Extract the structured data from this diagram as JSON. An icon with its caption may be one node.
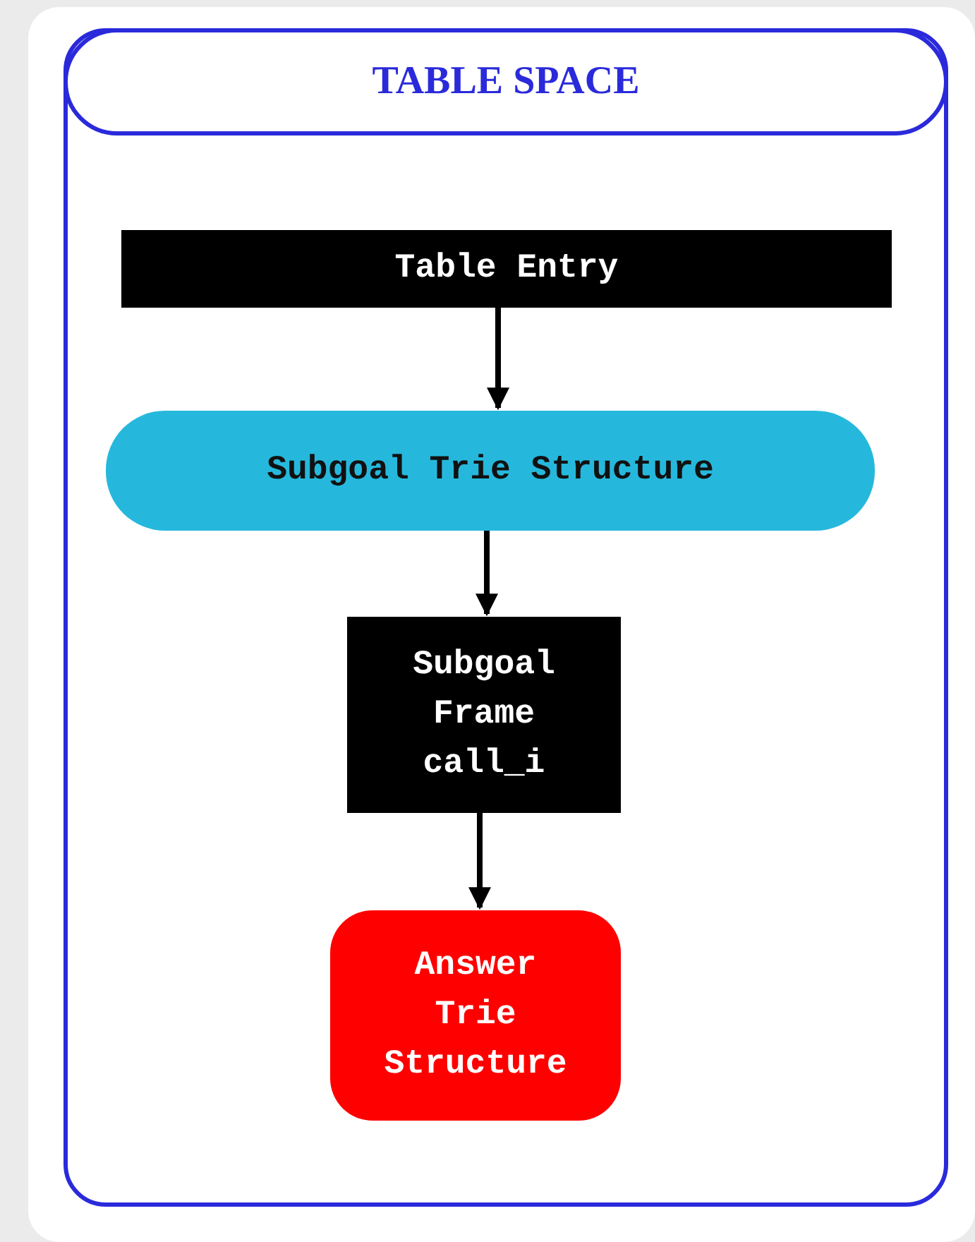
{
  "diagram": {
    "nodes": [
      {
        "text": [
          "TABLE SPACE"
        ]
      },
      {
        "text": [
          "Table Entry"
        ],
        "in": 0
      },
      {
        "text": [
          "Subgoal Trie Structure"
        ],
        "in": 0
      },
      {
        "text": [
          "Subgoal Frame call_i"
        ],
        "in": 0
      },
      {
        "text": [
          "Answer Trie Structure"
        ],
        "in": 0
      }
    ],
    "edges": [
      {
        "from": 1,
        "to": 2,
        "arrow": "to"
      },
      {
        "from": 2,
        "to": 3,
        "arrow": "to"
      },
      {
        "from": 3,
        "to": 4,
        "arrow": "to"
      }
    ]
  }
}
